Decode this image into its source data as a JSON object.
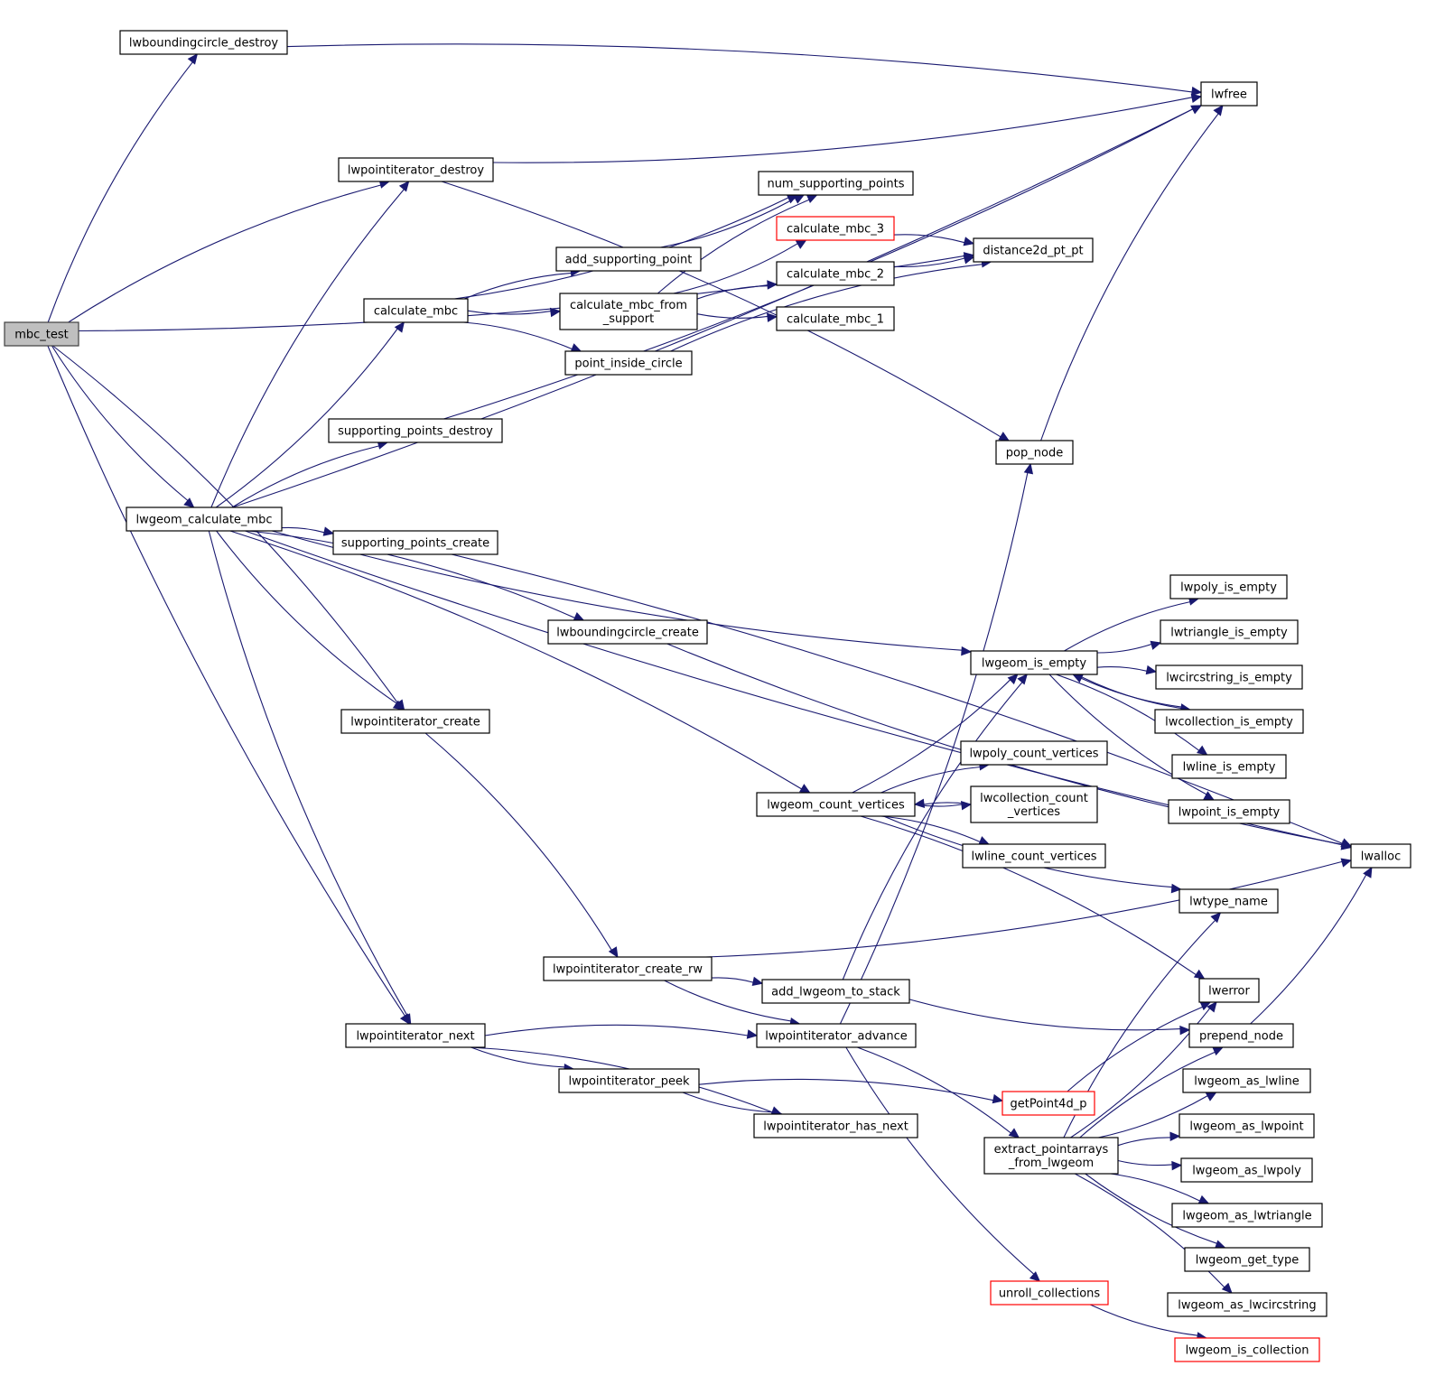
{
  "graph": {
    "title": "Call graph of mbc_test",
    "colors": {
      "edge": "#191970",
      "root_fill": "#bfbfbf",
      "default_border": "#000000",
      "truncated_border": "#ff0000"
    },
    "nodes": [
      {
        "id": "mbc_test",
        "label": [
          "mbc_test"
        ],
        "style": "root"
      },
      {
        "id": "lwboundingcircle_destroy",
        "label": [
          "lwboundingcircle_destroy"
        ],
        "style": "normal"
      },
      {
        "id": "lwfree",
        "label": [
          "lwfree"
        ],
        "style": "normal"
      },
      {
        "id": "lwpointiterator_destroy",
        "label": [
          "lwpointiterator_destroy"
        ],
        "style": "normal"
      },
      {
        "id": "num_supporting_points",
        "label": [
          "num_supporting_points"
        ],
        "style": "normal"
      },
      {
        "id": "calculate_mbc_3",
        "label": [
          "calculate_mbc_3"
        ],
        "style": "red"
      },
      {
        "id": "distance2d_pt_pt",
        "label": [
          "distance2d_pt_pt"
        ],
        "style": "normal"
      },
      {
        "id": "add_supporting_point",
        "label": [
          "add_supporting_point"
        ],
        "style": "normal"
      },
      {
        "id": "calculate_mbc_2",
        "label": [
          "calculate_mbc_2"
        ],
        "style": "normal"
      },
      {
        "id": "calculate_mbc",
        "label": [
          "calculate_mbc"
        ],
        "style": "normal"
      },
      {
        "id": "calculate_mbc_from_support",
        "label": [
          "calculate_mbc_from",
          "_support"
        ],
        "style": "normal"
      },
      {
        "id": "calculate_mbc_1",
        "label": [
          "calculate_mbc_1"
        ],
        "style": "normal"
      },
      {
        "id": "point_inside_circle",
        "label": [
          "point_inside_circle"
        ],
        "style": "normal"
      },
      {
        "id": "supporting_points_destroy",
        "label": [
          "supporting_points_destroy"
        ],
        "style": "normal"
      },
      {
        "id": "pop_node",
        "label": [
          "pop_node"
        ],
        "style": "normal"
      },
      {
        "id": "lwgeom_calculate_mbc",
        "label": [
          "lwgeom_calculate_mbc"
        ],
        "style": "normal"
      },
      {
        "id": "supporting_points_create",
        "label": [
          "supporting_points_create"
        ],
        "style": "normal"
      },
      {
        "id": "lwpoly_is_empty",
        "label": [
          "lwpoly_is_empty"
        ],
        "style": "normal"
      },
      {
        "id": "lwboundingcircle_create",
        "label": [
          "lwboundingcircle_create"
        ],
        "style": "normal"
      },
      {
        "id": "lwtriangle_is_empty",
        "label": [
          "lwtriangle_is_empty"
        ],
        "style": "normal"
      },
      {
        "id": "lwgeom_is_empty",
        "label": [
          "lwgeom_is_empty"
        ],
        "style": "normal"
      },
      {
        "id": "lwcircstring_is_empty",
        "label": [
          "lwcircstring_is_empty"
        ],
        "style": "normal"
      },
      {
        "id": "lwcollection_is_empty",
        "label": [
          "lwcollection_is_empty"
        ],
        "style": "normal"
      },
      {
        "id": "lwpointiterator_create",
        "label": [
          "lwpointiterator_create"
        ],
        "style": "normal"
      },
      {
        "id": "lwpoly_count_vertices",
        "label": [
          "lwpoly_count_vertices"
        ],
        "style": "normal"
      },
      {
        "id": "lwline_is_empty",
        "label": [
          "lwline_is_empty"
        ],
        "style": "normal"
      },
      {
        "id": "lwgeom_count_vertices",
        "label": [
          "lwgeom_count_vertices"
        ],
        "style": "normal"
      },
      {
        "id": "lwcollection_count_vertices",
        "label": [
          "lwcollection_count",
          "_vertices"
        ],
        "style": "normal"
      },
      {
        "id": "lwpoint_is_empty",
        "label": [
          "lwpoint_is_empty"
        ],
        "style": "normal"
      },
      {
        "id": "lwline_count_vertices",
        "label": [
          "lwline_count_vertices"
        ],
        "style": "normal"
      },
      {
        "id": "lwalloc",
        "label": [
          "lwalloc"
        ],
        "style": "normal"
      },
      {
        "id": "lwtype_name",
        "label": [
          "lwtype_name"
        ],
        "style": "normal"
      },
      {
        "id": "lwpointiterator_create_rw",
        "label": [
          "lwpointiterator_create_rw"
        ],
        "style": "normal"
      },
      {
        "id": "add_lwgeom_to_stack",
        "label": [
          "add_lwgeom_to_stack"
        ],
        "style": "normal"
      },
      {
        "id": "lwerror",
        "label": [
          "lwerror"
        ],
        "style": "normal"
      },
      {
        "id": "lwpointiterator_next",
        "label": [
          "lwpointiterator_next"
        ],
        "style": "normal"
      },
      {
        "id": "lwpointiterator_advance",
        "label": [
          "lwpointiterator_advance"
        ],
        "style": "normal"
      },
      {
        "id": "prepend_node",
        "label": [
          "prepend_node"
        ],
        "style": "normal"
      },
      {
        "id": "lwpointiterator_peek",
        "label": [
          "lwpointiterator_peek"
        ],
        "style": "normal"
      },
      {
        "id": "getPoint4d_p",
        "label": [
          "getPoint4d_p"
        ],
        "style": "red"
      },
      {
        "id": "lwgeom_as_lwline",
        "label": [
          "lwgeom_as_lwline"
        ],
        "style": "normal"
      },
      {
        "id": "lwpointiterator_has_next",
        "label": [
          "lwpointiterator_has_next"
        ],
        "style": "normal"
      },
      {
        "id": "extract_pointarrays_from_lwgeom",
        "label": [
          "extract_pointarrays",
          "_from_lwgeom"
        ],
        "style": "normal"
      },
      {
        "id": "lwgeom_as_lwpoint",
        "label": [
          "lwgeom_as_lwpoint"
        ],
        "style": "normal"
      },
      {
        "id": "lwgeom_as_lwpoly",
        "label": [
          "lwgeom_as_lwpoly"
        ],
        "style": "normal"
      },
      {
        "id": "lwgeom_as_lwtriangle",
        "label": [
          "lwgeom_as_lwtriangle"
        ],
        "style": "normal"
      },
      {
        "id": "unroll_collections",
        "label": [
          "unroll_collections"
        ],
        "style": "red"
      },
      {
        "id": "lwgeom_get_type",
        "label": [
          "lwgeom_get_type"
        ],
        "style": "normal"
      },
      {
        "id": "lwgeom_as_lwcircstring",
        "label": [
          "lwgeom_as_lwcircstring"
        ],
        "style": "normal"
      },
      {
        "id": "lwgeom_is_collection",
        "label": [
          "lwgeom_is_collection"
        ],
        "style": "red"
      }
    ],
    "edges": [
      [
        "mbc_test",
        "lwboundingcircle_destroy"
      ],
      [
        "mbc_test",
        "distance2d_pt_pt"
      ],
      [
        "mbc_test",
        "lwpointiterator_destroy"
      ],
      [
        "mbc_test",
        "lwgeom_calculate_mbc"
      ],
      [
        "mbc_test",
        "lwpointiterator_create"
      ],
      [
        "mbc_test",
        "lwpointiterator_next"
      ],
      [
        "lwboundingcircle_destroy",
        "lwfree"
      ],
      [
        "lwpointiterator_destroy",
        "lwfree"
      ],
      [
        "lwpointiterator_destroy",
        "pop_node"
      ],
      [
        "calculate_mbc",
        "num_supporting_points"
      ],
      [
        "calculate_mbc",
        "add_supporting_point"
      ],
      [
        "calculate_mbc",
        "calculate_mbc_from_support"
      ],
      [
        "calculate_mbc",
        "point_inside_circle"
      ],
      [
        "add_supporting_point",
        "num_supporting_points"
      ],
      [
        "calculate_mbc_from_support",
        "num_supporting_points"
      ],
      [
        "calculate_mbc_from_support",
        "calculate_mbc_3"
      ],
      [
        "calculate_mbc_from_support",
        "calculate_mbc_2"
      ],
      [
        "calculate_mbc_from_support",
        "calculate_mbc_1"
      ],
      [
        "calculate_mbc_3",
        "distance2d_pt_pt"
      ],
      [
        "calculate_mbc_2",
        "distance2d_pt_pt"
      ],
      [
        "point_inside_circle",
        "distance2d_pt_pt"
      ],
      [
        "supporting_points_destroy",
        "lwfree"
      ],
      [
        "pop_node",
        "lwfree"
      ],
      [
        "lwgeom_calculate_mbc",
        "lwfree"
      ],
      [
        "lwgeom_calculate_mbc",
        "lwpointiterator_destroy"
      ],
      [
        "lwgeom_calculate_mbc",
        "calculate_mbc"
      ],
      [
        "lwgeom_calculate_mbc",
        "supporting_points_destroy"
      ],
      [
        "lwgeom_calculate_mbc",
        "lwalloc"
      ],
      [
        "lwgeom_calculate_mbc",
        "supporting_points_create"
      ],
      [
        "lwgeom_calculate_mbc",
        "lwgeom_is_empty"
      ],
      [
        "lwgeom_calculate_mbc",
        "lwboundingcircle_create"
      ],
      [
        "lwgeom_calculate_mbc",
        "lwpointiterator_create"
      ],
      [
        "lwgeom_calculate_mbc",
        "lwgeom_count_vertices"
      ],
      [
        "lwgeom_calculate_mbc",
        "lwpointiterator_next"
      ],
      [
        "supporting_points_create",
        "lwalloc"
      ],
      [
        "lwboundingcircle_create",
        "lwalloc"
      ],
      [
        "lwgeom_is_empty",
        "lwpoly_is_empty"
      ],
      [
        "lwgeom_is_empty",
        "lwtriangle_is_empty"
      ],
      [
        "lwgeom_is_empty",
        "lwcircstring_is_empty"
      ],
      [
        "lwgeom_is_empty",
        "lwcollection_is_empty"
      ],
      [
        "lwgeom_is_empty",
        "lwline_is_empty"
      ],
      [
        "lwgeom_is_empty",
        "lwpoint_is_empty"
      ],
      [
        "lwcollection_is_empty",
        "lwgeom_is_empty"
      ],
      [
        "lwgeom_count_vertices",
        "lwgeom_is_empty"
      ],
      [
        "lwgeom_count_vertices",
        "lwpoly_count_vertices"
      ],
      [
        "lwgeom_count_vertices",
        "lwcollection_count_vertices"
      ],
      [
        "lwgeom_count_vertices",
        "lwline_count_vertices"
      ],
      [
        "lwgeom_count_vertices",
        "lwtype_name"
      ],
      [
        "lwgeom_count_vertices",
        "lwerror"
      ],
      [
        "lwcollection_count_vertices",
        "lwgeom_count_vertices"
      ],
      [
        "lwpointiterator_create",
        "lwpointiterator_create_rw"
      ],
      [
        "lwpointiterator_create_rw",
        "lwalloc"
      ],
      [
        "lwpointiterator_create_rw",
        "add_lwgeom_to_stack"
      ],
      [
        "lwpointiterator_create_rw",
        "lwpointiterator_advance"
      ],
      [
        "add_lwgeom_to_stack",
        "lwgeom_is_empty"
      ],
      [
        "add_lwgeom_to_stack",
        "prepend_node"
      ],
      [
        "lwpointiterator_next",
        "lwpointiterator_advance"
      ],
      [
        "lwpointiterator_next",
        "lwpointiterator_peek"
      ],
      [
        "lwpointiterator_next",
        "lwpointiterator_has_next"
      ],
      [
        "lwpointiterator_advance",
        "pop_node"
      ],
      [
        "lwpointiterator_advance",
        "extract_pointarrays_from_lwgeom"
      ],
      [
        "lwpointiterator_advance",
        "unroll_collections"
      ],
      [
        "lwpointiterator_peek",
        "getPoint4d_p"
      ],
      [
        "lwpointiterator_peek",
        "lwpointiterator_has_next"
      ],
      [
        "getPoint4d_p",
        "lwerror"
      ],
      [
        "prepend_node",
        "lwalloc"
      ],
      [
        "extract_pointarrays_from_lwgeom",
        "lwtype_name"
      ],
      [
        "extract_pointarrays_from_lwgeom",
        "lwerror"
      ],
      [
        "extract_pointarrays_from_lwgeom",
        "prepend_node"
      ],
      [
        "extract_pointarrays_from_lwgeom",
        "lwgeom_as_lwline"
      ],
      [
        "extract_pointarrays_from_lwgeom",
        "lwgeom_as_lwpoint"
      ],
      [
        "extract_pointarrays_from_lwgeom",
        "lwgeom_as_lwpoly"
      ],
      [
        "extract_pointarrays_from_lwgeom",
        "lwgeom_as_lwtriangle"
      ],
      [
        "extract_pointarrays_from_lwgeom",
        "lwgeom_get_type"
      ],
      [
        "extract_pointarrays_from_lwgeom",
        "lwgeom_as_lwcircstring"
      ],
      [
        "unroll_collections",
        "lwgeom_is_collection"
      ]
    ]
  }
}
